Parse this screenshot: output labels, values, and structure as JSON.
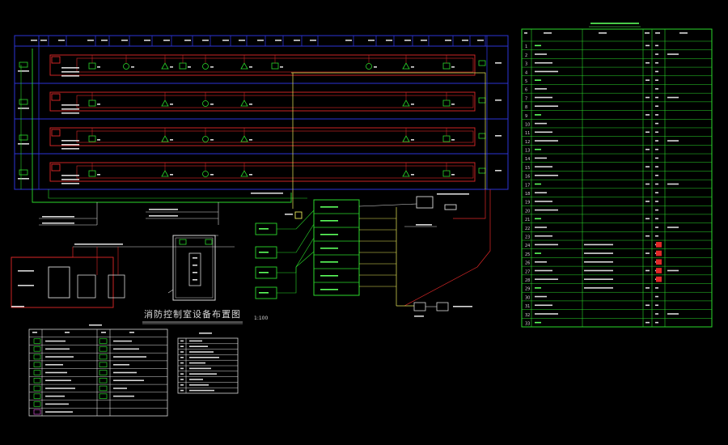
{
  "canvas": {
    "background": "#000000"
  },
  "colors": {
    "grid": "#2b34d6",
    "loop": "#e02828",
    "green": "#2bd82b",
    "green_bright": "#5cff5c",
    "yellow": "#e8e85a",
    "white": "#d9d9d9",
    "cyan": "#39c6c6",
    "magenta": "#d04cd0",
    "bus": "#d0d0d0"
  },
  "system_diagram": {
    "column_count": 20,
    "floor_count": 4,
    "device_icons": [
      "smoke-detector-icon",
      "heat-detector-icon",
      "manual-call-point-icon",
      "alarm-bell-icon",
      "module-icon"
    ]
  },
  "control_room_plan": {
    "caption": "消防控制室设备布置图",
    "scale": "1:100"
  },
  "material_table": {
    "row_count": 33,
    "row_numbers": [
      "1",
      "2",
      "3",
      "4",
      "5",
      "6",
      "7",
      "8",
      "9",
      "10",
      "11",
      "12",
      "13",
      "14",
      "15",
      "16",
      "17",
      "18",
      "19",
      "20",
      "21",
      "22",
      "23",
      "24",
      "25",
      "26",
      "27",
      "28",
      "29",
      "30",
      "31",
      "32",
      "33"
    ]
  },
  "legend_table": {
    "row_count": 10
  },
  "notes_table": {
    "row_count": 10
  }
}
